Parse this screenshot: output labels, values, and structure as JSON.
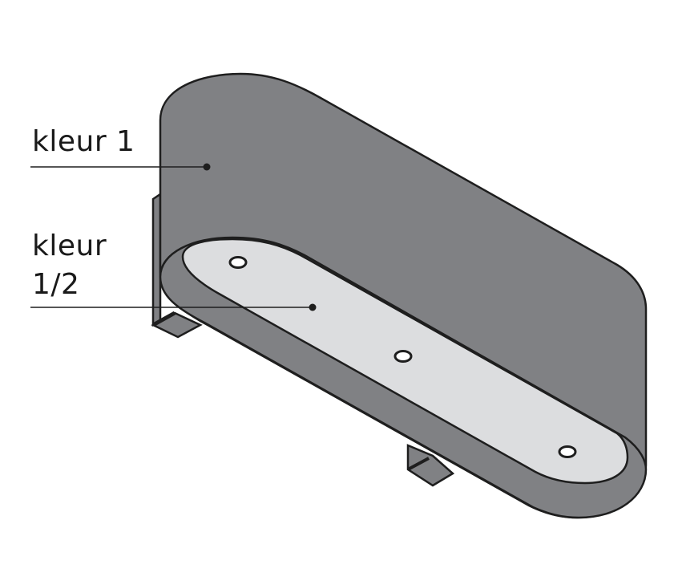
{
  "diagram": {
    "subject": "wall lamp, isometric bottom view",
    "labels": [
      {
        "id": "kleur-1",
        "text": "kleur 1"
      },
      {
        "id": "kleur-1-2",
        "line1": "kleur",
        "line2": "1/2"
      }
    ],
    "colors": {
      "body": "#808184",
      "inner_plate": "#dcdddf",
      "outline": "#1e1e1e",
      "hole": "#ffffff",
      "background": "#ffffff"
    },
    "parts": [
      {
        "name": "outer-housing",
        "color_label": "kleur 1"
      },
      {
        "name": "bottom-plate",
        "color_label": "kleur 1/2"
      },
      {
        "name": "mounting-bracket-left"
      },
      {
        "name": "mounting-bracket-right"
      },
      {
        "name": "screw-hole",
        "count": 3
      }
    ]
  }
}
